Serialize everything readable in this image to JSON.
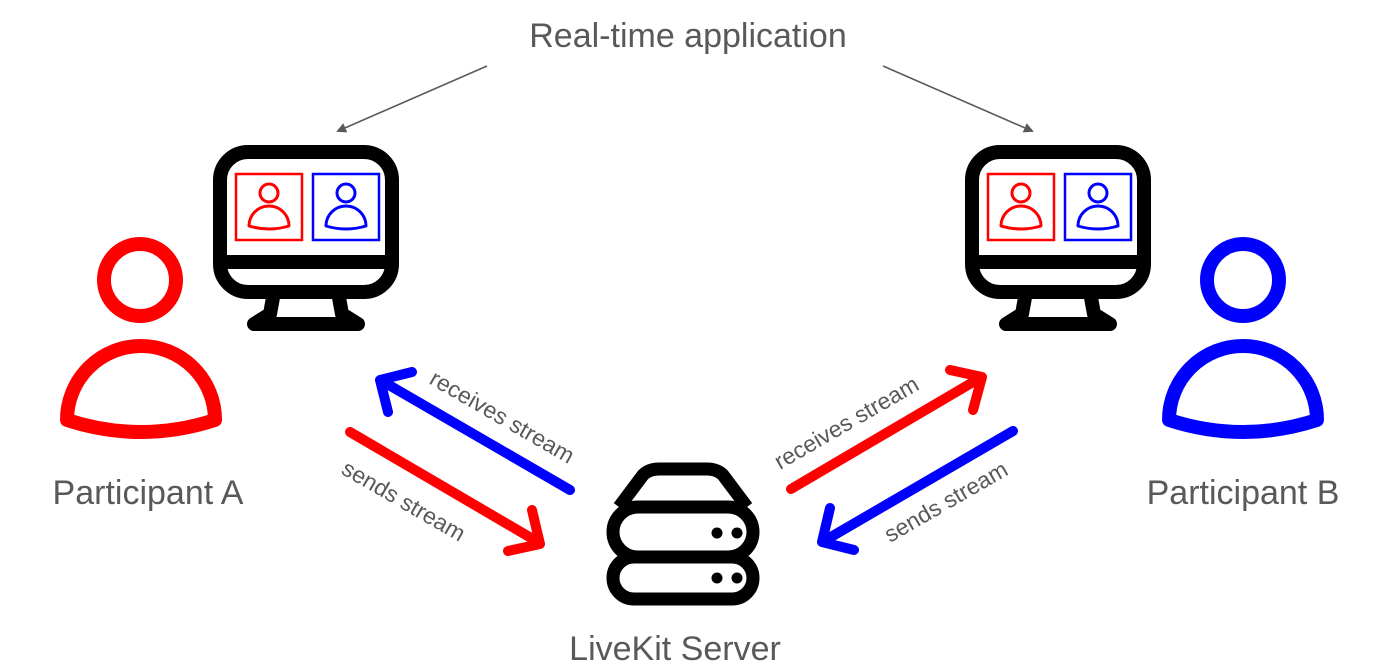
{
  "title": "Real-time application",
  "participants": [
    {
      "id": "a",
      "label": "Participant A",
      "color": "#ff0000"
    },
    {
      "id": "b",
      "label": "Participant B",
      "color": "#0000ff"
    }
  ],
  "server": {
    "label": "LiveKit Server",
    "icon": "server-icon"
  },
  "flows": {
    "a_receives": {
      "label": "receives stream",
      "color": "#0000ff"
    },
    "a_sends": {
      "label": "sends stream",
      "color": "#ff0000"
    },
    "b_receives": {
      "label": "receives stream",
      "color": "#ff0000"
    },
    "b_sends": {
      "label": "sends stream",
      "color": "#0000ff"
    }
  },
  "colors": {
    "text": "#595959",
    "pointer": "#595959",
    "icon": "#000000"
  }
}
